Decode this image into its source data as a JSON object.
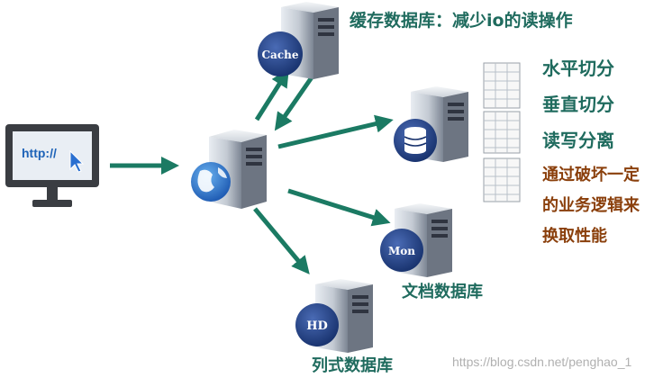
{
  "monitor": {
    "url_text": "http://"
  },
  "nodes": {
    "cache": {
      "badge": "Cache",
      "caption": "缓存数据库：减少io的读操作"
    },
    "db": {
      "notes": [
        "水平切分",
        "垂直切分",
        "读写分离"
      ]
    },
    "mongo": {
      "badge": "Mon",
      "caption": "文档数据库"
    },
    "hd": {
      "badge": "HD",
      "caption": "列式数据库"
    }
  },
  "tradeoff_note": [
    "通过破坏一定",
    "的业务逻辑来",
    "换取性能"
  ],
  "watermark": "https://blog.csdn.net/penghao_1",
  "colors": {
    "arrow": "#1b7a63",
    "teal_text": "#1f6b5e",
    "brown_text": "#8a3f0b",
    "badge": "#1e3a78"
  }
}
